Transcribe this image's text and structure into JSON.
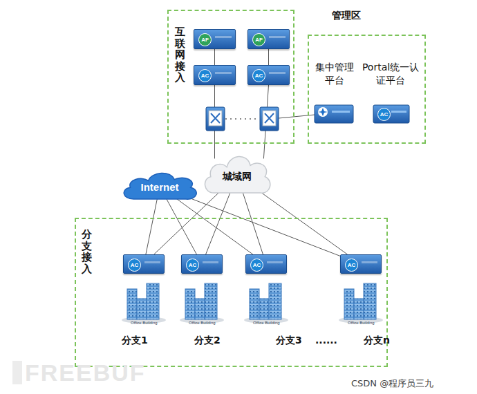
{
  "diagram": {
    "nodes": [
      {
        "text": [
          "互联网接入"
        ]
      },
      {
        "text": [
          "AF"
        ],
        "in": 0
      },
      {
        "text": [
          "AF"
        ],
        "in": 0
      },
      {
        "text": [
          "AC"
        ],
        "in": 0
      },
      {
        "text": [
          "AC"
        ],
        "in": 0
      },
      {
        "text": [
          "管理区"
        ]
      },
      {
        "text": [
          "集中管理平台"
        ],
        "in": 5
      },
      {
        "text": [
          "Portal统一认证平台"
        ],
        "in": 5
      },
      {
        "text": [
          "Internet"
        ]
      },
      {
        "text": [
          "城域网"
        ]
      },
      {
        "text": [
          "分支接入"
        ]
      },
      {
        "text": [
          "AC"
        ],
        "in": 10
      },
      {
        "text": [
          "AC"
        ],
        "in": 10
      },
      {
        "text": [
          "AC"
        ],
        "in": 10
      },
      {
        "text": [
          "AC"
        ],
        "in": 10
      }
    ],
    "edges": [
      {
        "from": 1,
        "to": 3,
        "arrow": "none"
      },
      {
        "from": 2,
        "to": 4,
        "arrow": "none"
      },
      {
        "from": 3,
        "to": 9,
        "arrow": "none"
      },
      {
        "from": 4,
        "to": 9,
        "arrow": "none"
      },
      {
        "from": 8,
        "to": 11,
        "arrow": "none"
      },
      {
        "from": 8,
        "to": 12,
        "arrow": "none"
      },
      {
        "from": 8,
        "to": 13,
        "arrow": "none"
      },
      {
        "from": 8,
        "to": 14,
        "arrow": "none"
      },
      {
        "from": 9,
        "to": 11,
        "arrow": "none"
      },
      {
        "from": 9,
        "to": 12,
        "arrow": "none"
      },
      {
        "from": 9,
        "to": 13,
        "arrow": "none"
      },
      {
        "from": 9,
        "to": 14,
        "arrow": "none"
      }
    ],
    "labels": [
      "AC",
      "Office Building",
      "Office Building",
      "Office Building",
      "Office Building",
      "分支1",
      "分支2",
      "分支3",
      "......",
      "分支n",
      "FREEBUF",
      "CSDN @程序员三九"
    ]
  }
}
